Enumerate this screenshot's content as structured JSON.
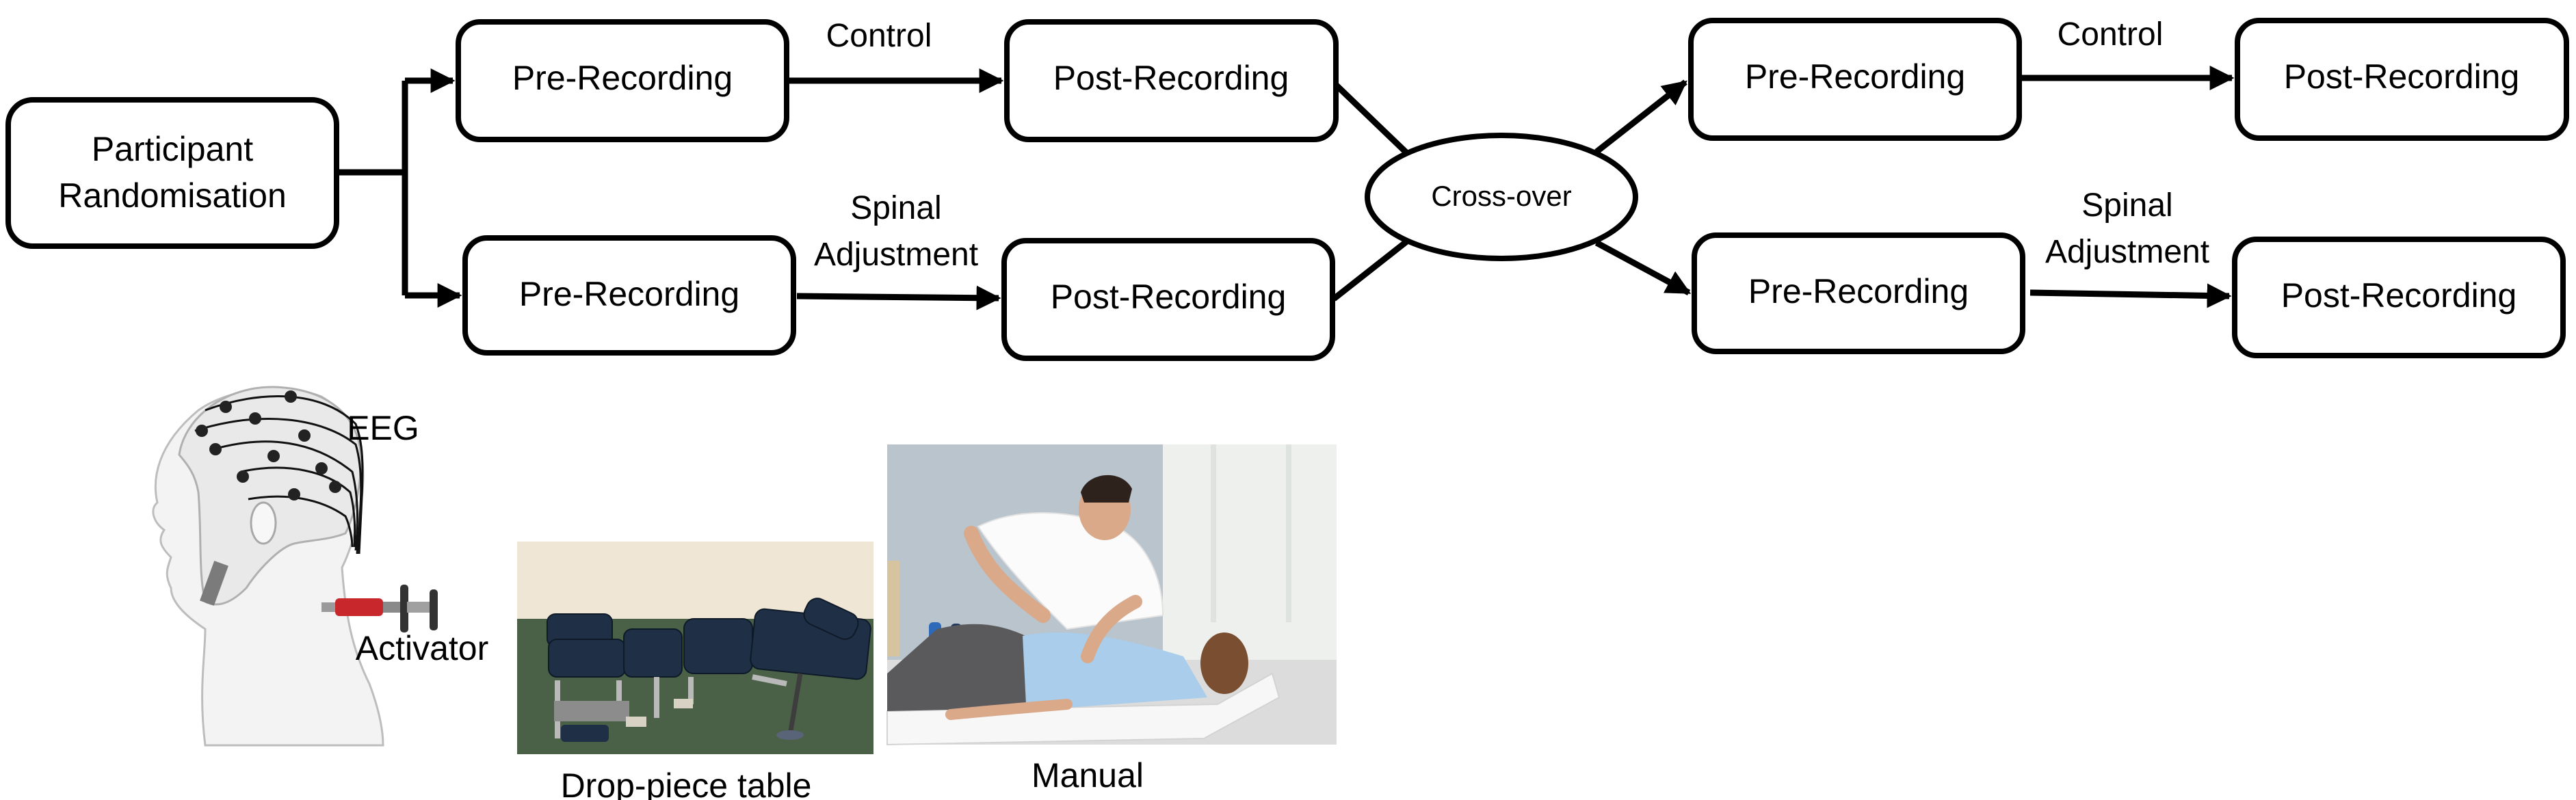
{
  "diagram": {
    "start": {
      "line1": "Participant",
      "line2": "Randomisation"
    },
    "arm_top_left": {
      "pre": "Pre-Recording",
      "post": "Post-Recording",
      "condition": "Control"
    },
    "arm_bottom_left": {
      "pre": "Pre-Recording",
      "post": "Post-Recording",
      "condition_line1": "Spinal",
      "condition_line2": "Adjustment"
    },
    "crossover": "Cross-over",
    "arm_top_right": {
      "pre": "Pre-Recording",
      "post": "Post-Recording",
      "condition": "Control"
    },
    "arm_bottom_right": {
      "pre": "Pre-Recording",
      "post": "Post-Recording",
      "condition_line1": "Spinal",
      "condition_line2": "Adjustment"
    }
  },
  "figures": {
    "eeg_label": "EEG",
    "activator_label": "Activator",
    "drop_table_caption": "Drop-piece table",
    "manual_caption": "Manual"
  },
  "colors": {
    "stroke": "#000000",
    "activator_red": "#c8282c",
    "table_upholstery": "#1f2f45",
    "carpet": "#4a6148",
    "wall": "#efe6d6",
    "scrubs": "#a9cdea",
    "pants": "#5a5a5c"
  }
}
